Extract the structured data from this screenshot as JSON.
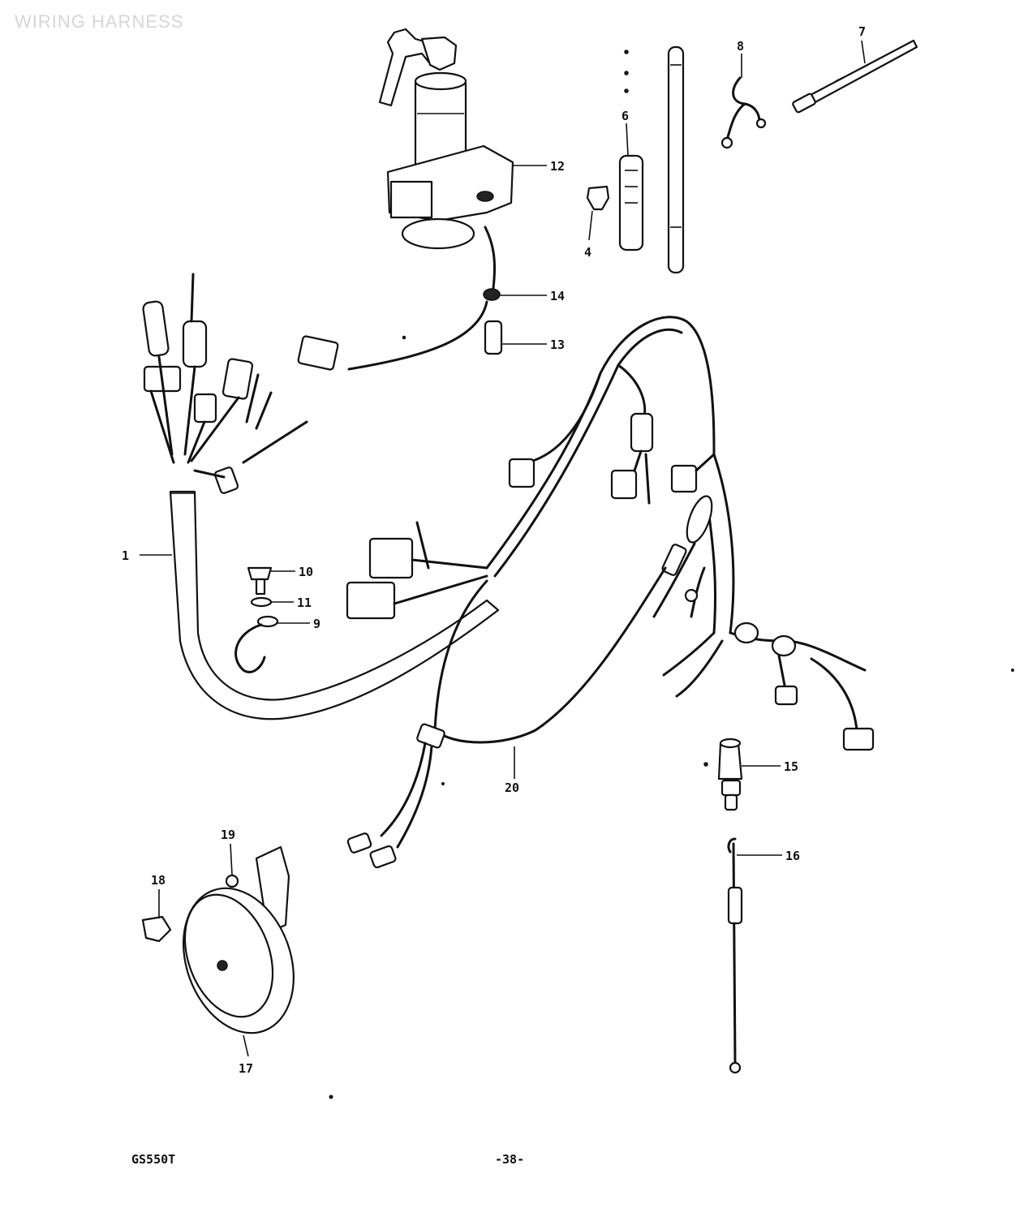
{
  "header": {
    "title": "WIRING HARNESS"
  },
  "footer": {
    "model": "GS550T",
    "page": "-38-"
  },
  "callouts": {
    "c1": "1",
    "c4": "4",
    "c6": "6",
    "c7": "7",
    "c8": "8",
    "c9": "9",
    "c10": "10",
    "c11": "11",
    "c12": "12",
    "c13": "13",
    "c14": "14",
    "c15": "15",
    "c16": "16",
    "c17": "17",
    "c18": "18",
    "c19": "19",
    "c20": "20"
  }
}
